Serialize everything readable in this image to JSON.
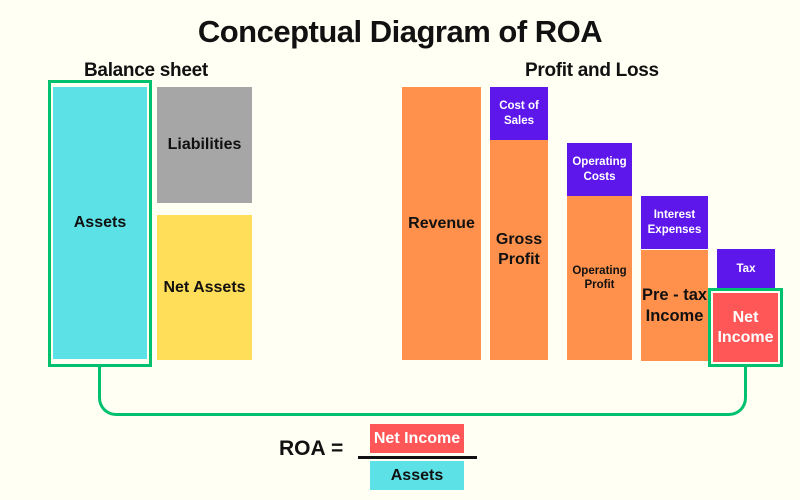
{
  "title": "Conceptual Diagram of ROA",
  "balance_sheet": {
    "heading": "Balance sheet",
    "assets": "Assets",
    "liabilities": "Liabilities",
    "net_assets": "Net Assets"
  },
  "profit_loss": {
    "heading": "Profit and Loss",
    "revenue": "Revenue",
    "cost_of_sales": [
      "Cost of",
      "Sales"
    ],
    "gross_profit": [
      "Gross",
      "Profit"
    ],
    "operating_costs": [
      "Operating",
      "Costs"
    ],
    "operating_profit": [
      "Operating",
      "Profit"
    ],
    "interest_expenses": [
      "Interest",
      "Expenses"
    ],
    "pretax_income": [
      "Pre - tax",
      "Income"
    ],
    "tax": "Tax",
    "net_income": [
      "Net",
      "Income"
    ]
  },
  "formula": {
    "lhs": "ROA",
    "equals": "=",
    "numerator": "Net Income",
    "denominator": "Assets"
  },
  "colors": {
    "assets": "#5ce1e6",
    "liabilities": "#a6a6a6",
    "net_assets": "#ffde59",
    "profit_bars": "#ff914d",
    "cost_bars": "#5e17eb",
    "net_income": "#ff5757",
    "highlight": "#00c16e",
    "background": "#fffff3"
  }
}
